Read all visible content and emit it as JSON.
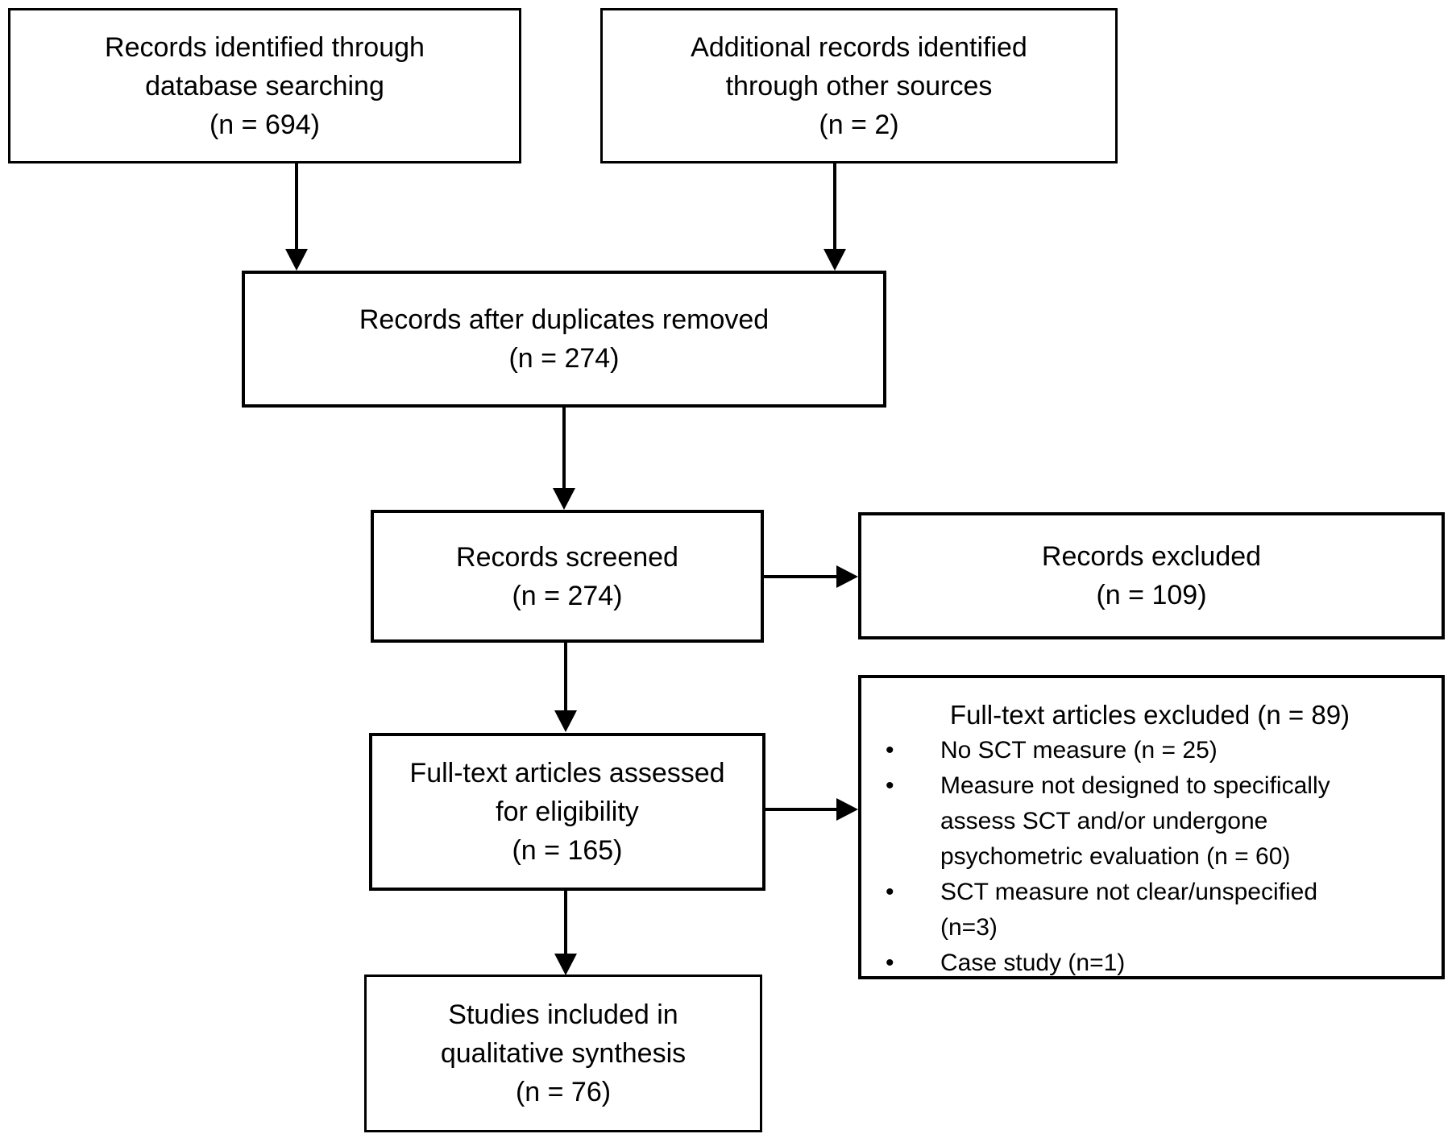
{
  "figure": {
    "type": "prisma-flowchart",
    "bullet_char": "•",
    "colors": {
      "border": "#000000",
      "text": "#000000",
      "background": "#ffffff"
    },
    "boxes": {
      "identified_db": "Records identified through\ndatabase searching\n(n = 694)",
      "identified_other": "Additional records identified\nthrough other sources\n(n = 2)",
      "duplicates_removed": "Records after duplicates removed\n(n = 274)",
      "screened": "Records screened\n(n = 274)",
      "records_excluded": "Records excluded\n(n = 109)",
      "fulltext_assessed": "Full-text articles assessed\nfor eligibility\n(n = 165)",
      "fulltext_excluded_title": "Full-text articles excluded (n = 89)",
      "fulltext_excluded_reasons": [
        "No SCT measure (n = 25)",
        "Measure not designed to specifically\nassess SCT and/or undergone\npsychometric evaluation (n = 60)",
        "SCT measure not clear/unspecified\n(n=3)",
        "Case study (n=1)"
      ],
      "included": "Studies included in\nqualitative synthesis\n(n = 76)"
    },
    "counts": {
      "identified_db": 694,
      "identified_other": 2,
      "after_duplicates": 274,
      "screened": 274,
      "records_excluded": 109,
      "fulltext_assessed": 165,
      "fulltext_excluded": 89,
      "no_sct_measure": 25,
      "measure_not_designed": 60,
      "sct_not_clear": 3,
      "case_study": 1,
      "included_qualitative": 76
    }
  }
}
